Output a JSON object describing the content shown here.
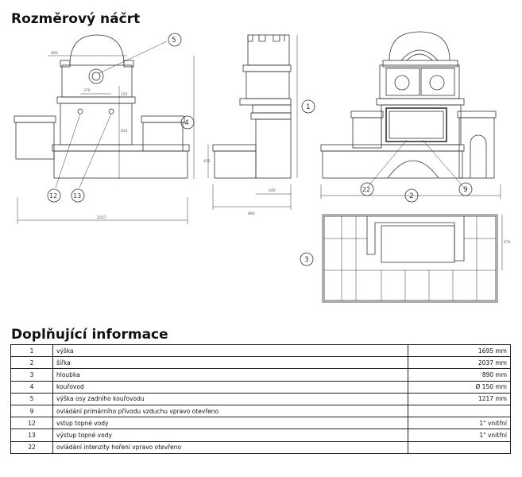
{
  "sections": {
    "sketch_title": "Rozměrový náčrt",
    "info_title": "Doplňující informace"
  },
  "drawing": {
    "callouts": [
      "1",
      "2",
      "3",
      "4",
      "5",
      "9",
      "12",
      "13",
      "22"
    ],
    "dimensions": {
      "front_top_width": "900",
      "flue_spacing": "370",
      "flue_height": "225",
      "water_height": "815",
      "side_height": "412",
      "step_depth": "440",
      "total_depth": "890",
      "total_width": "2037",
      "plan_depth": "670"
    }
  },
  "info_rows": [
    {
      "num": "1",
      "desc": "výška",
      "val": "1695 mm"
    },
    {
      "num": "2",
      "desc": "šířka",
      "val": "2037 mm"
    },
    {
      "num": "3",
      "desc": "hloubka",
      "val": "890 mm"
    },
    {
      "num": "4",
      "desc": "kouřovod",
      "val": "Ø 150 mm"
    },
    {
      "num": "5",
      "desc": "výška osy zadního kouřovodu",
      "val": "1217 mm"
    },
    {
      "num": "9",
      "desc": "ovládání primárního přívodu vzduchu    vpravo otevřeno",
      "val": ""
    },
    {
      "num": "12",
      "desc": "vstup topné vody",
      "val": "1\" vnitřní"
    },
    {
      "num": "13",
      "desc": "výstup topné vody",
      "val": "1\" vnitřní"
    },
    {
      "num": "22",
      "desc": "ovládání intenzity hoření    vpravo otevřeno",
      "val": ""
    }
  ]
}
